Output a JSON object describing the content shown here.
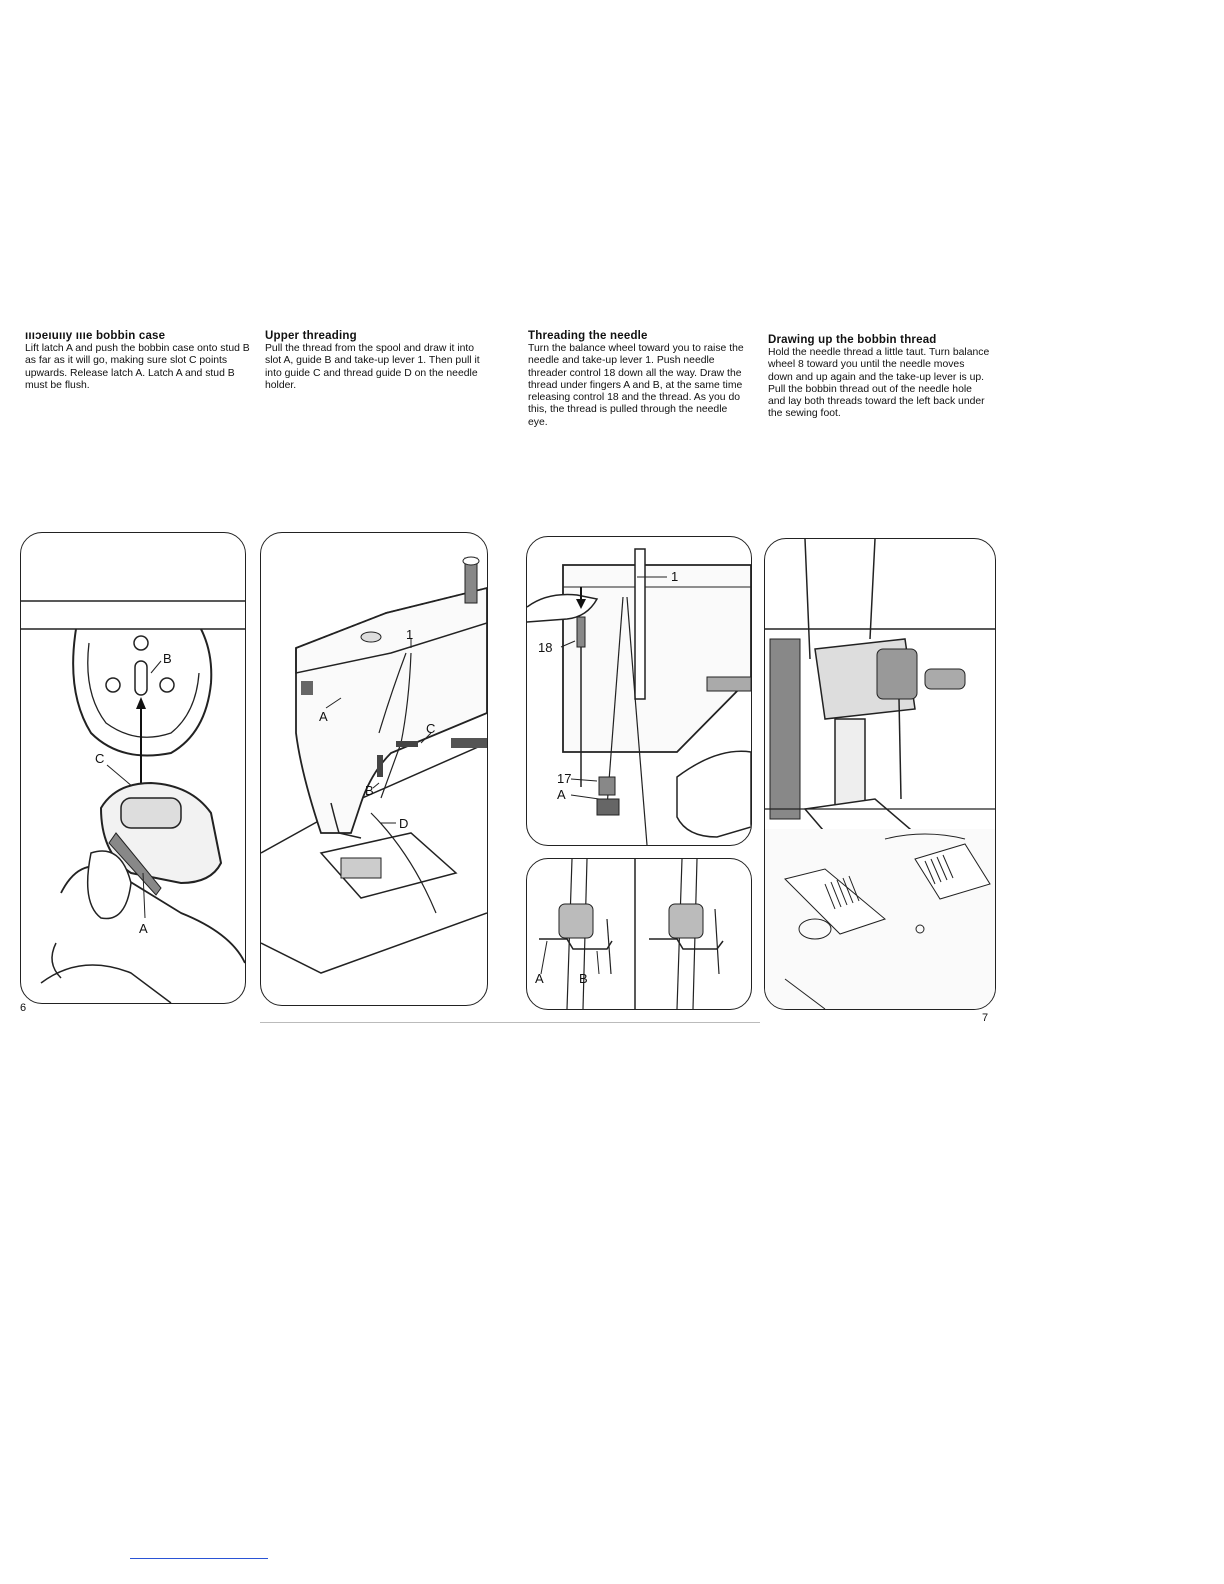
{
  "sections": [
    {
      "title": "ıııɔeıuııy ıııe bobbin case",
      "body": "Lift latch A and push the bobbin case onto stud B as far as it will go, making sure slot C points upwards. Release latch A. Latch A and stud B must be flush."
    },
    {
      "title": "Upper threading",
      "body": "Pull the thread from the spool and draw it into slot A, guide B and take-up lever 1. Then pull it into guide C and thread guide D on the needle holder."
    },
    {
      "title": "Threading the needle",
      "body": "Turn the balance wheel toward you to raise the needle and take-up lever 1. Push needle threader control 18 down all the way. Draw the thread under fingers A and B, at the same time releasing control 18 and the thread. As you do this, the thread is pulled through the needle eye."
    },
    {
      "title": "Drawing up the bobbin thread",
      "body": "Hold the needle thread a little taut. Turn balance wheel 8 toward you until the needle moves down and up again and the take-up lever is up. Pull the bobbin thread out of the needle hole and lay both threads toward the left back under the sewing foot."
    }
  ],
  "figures": {
    "bobbin": {
      "labels": {
        "b": "B",
        "c": "C",
        "a": "A"
      }
    },
    "upper": {
      "labels": {
        "one": "1",
        "a": "A",
        "b": "B",
        "c": "C",
        "d": "D"
      }
    },
    "needle": {
      "labels": {
        "one": "1",
        "eighteen": "18",
        "seventeen": "17",
        "a": "A"
      }
    },
    "fingers": {
      "labels": {
        "a": "A",
        "b": "B"
      }
    },
    "drawing": {
      "labels": {}
    }
  },
  "page_numbers": {
    "left": "6",
    "right": "7"
  }
}
